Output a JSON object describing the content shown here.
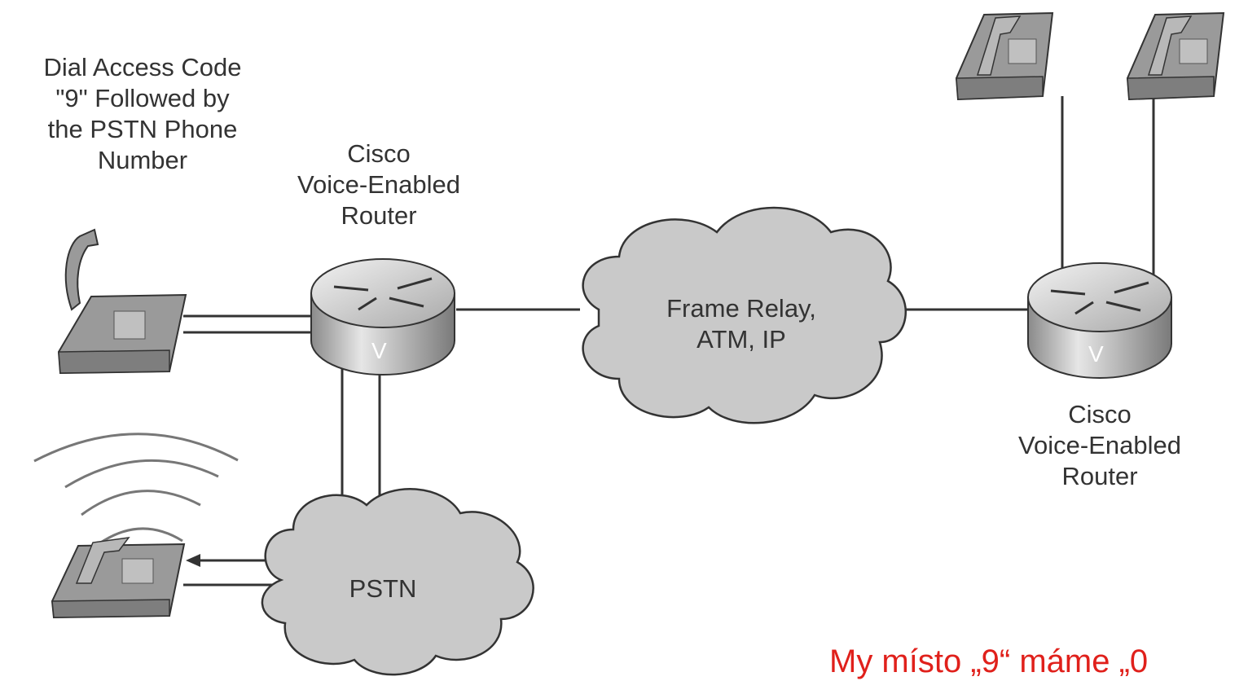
{
  "labels": {
    "dial_line1": "Dial Access Code",
    "dial_line2": "\"9\" Followed by",
    "dial_line3": "the PSTN Phone",
    "dial_line4": "Number",
    "router_left_line1": "Cisco",
    "router_left_line2": "Voice-Enabled",
    "router_left_line3": "Router",
    "router_right_line1": "Cisco",
    "router_right_line2": "Voice-Enabled",
    "router_right_line3": "Router",
    "cloud_wan_line1": "Frame Relay,",
    "cloud_wan_line2": "ATM, IP",
    "cloud_pstn": "PSTN",
    "router_mark": "V",
    "note": "My místo „9“ máme „0"
  },
  "colors": {
    "ink": "#333333",
    "note": "#e0201b",
    "cloud_fill": "#c9c9c9",
    "device_fill": "#9a9a9a"
  },
  "icons": [
    "phone-icon",
    "desk-phone-icon",
    "router-icon",
    "cloud-icon",
    "wireless-signal-icon"
  ]
}
